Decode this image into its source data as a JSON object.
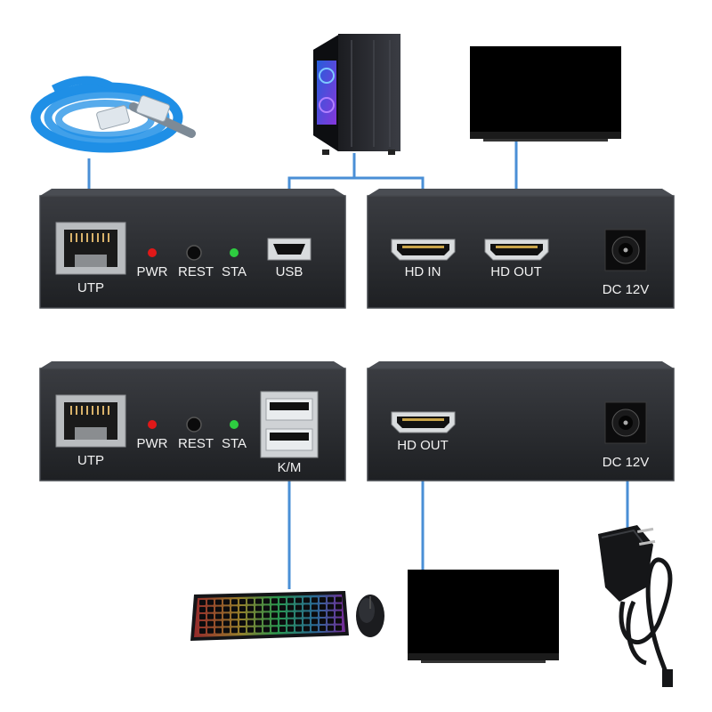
{
  "colors": {
    "cable": "#4a8fd6",
    "box": "#2b2d31",
    "box_edge": "#45484e",
    "led_pwr": "#e01818",
    "led_sta": "#2ecc40",
    "ethernet": "#1f8fe6",
    "background": "#ffffff"
  },
  "top_transmitter": {
    "utp_label": "UTP",
    "pwr_label": "PWR",
    "rest_label": "REST",
    "sta_label": "STA",
    "usb_label": "USB"
  },
  "top_right_unit": {
    "hd_in_label": "HD IN",
    "hd_out_label": "HD OUT",
    "dc_label": "DC 12V"
  },
  "bottom_receiver": {
    "utp_label": "UTP",
    "pwr_label": "PWR",
    "rest_label": "REST",
    "sta_label": "STA",
    "km_label": "K/M"
  },
  "bottom_right_unit": {
    "hd_out_label": "HD OUT",
    "dc_label": "DC 12V"
  },
  "devices": {
    "ethernet_cable": "ethernet-cable-icon",
    "pc_tower": "pc-tower-icon",
    "monitor": "monitor-icon",
    "keyboard": "keyboard-icon",
    "mouse": "mouse-icon",
    "power_adapter": "power-adapter-icon"
  }
}
